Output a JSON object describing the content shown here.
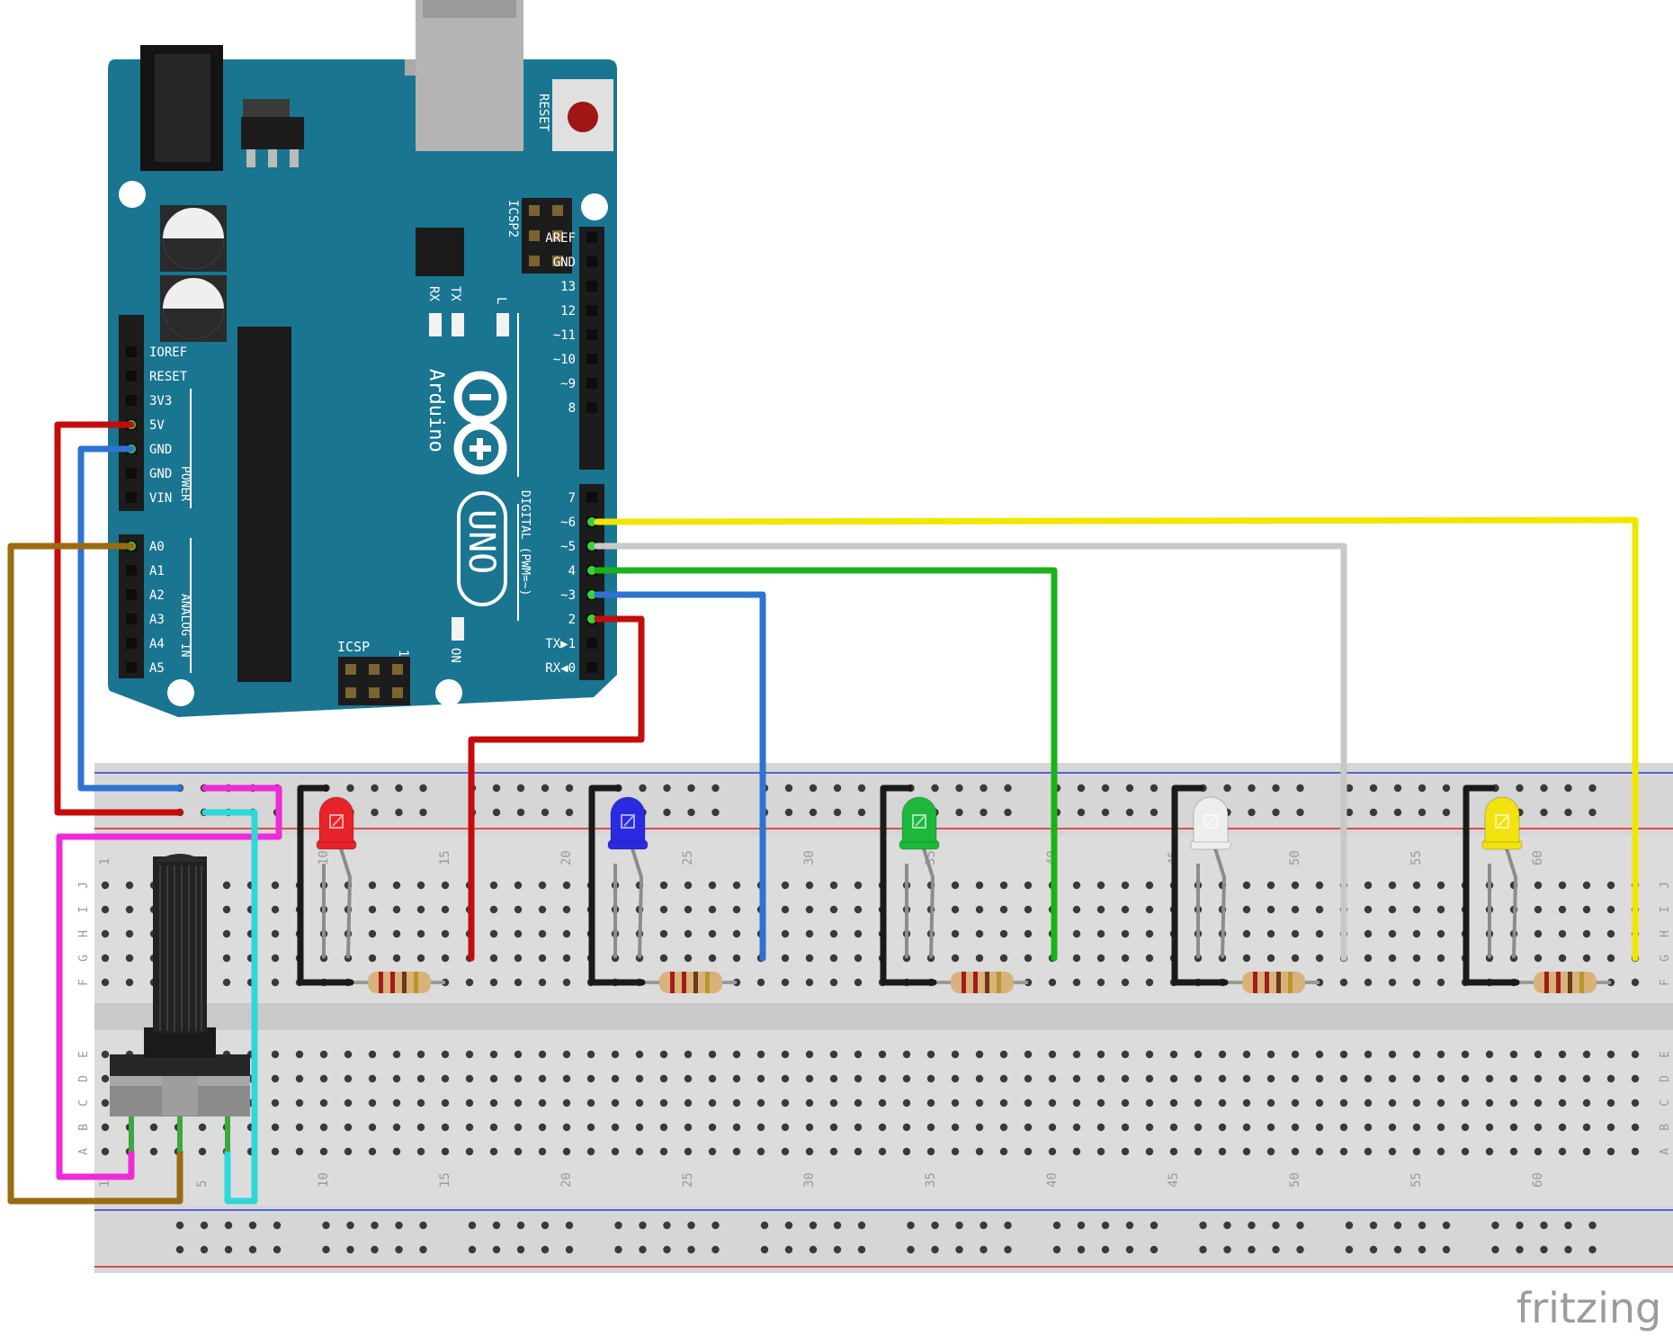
{
  "board": {
    "brand": "Arduino",
    "model": "UNO",
    "reset_label": "RESET",
    "icsp2_label": "ICSP2",
    "icsp_label": "ICSP",
    "icsp_pin1": "1",
    "rx_label": "RX",
    "tx_label": "TX",
    "l_label": "L",
    "on_label": "ON",
    "digital_label": "DIGITAL (PWM=~)",
    "power_label": "POWER",
    "analog_label": "ANALOG IN",
    "power_pins": [
      "IOREF",
      "RESET",
      "3V3",
      "5V",
      "GND",
      "GND",
      "VIN"
    ],
    "analog_pins": [
      "A0",
      "A1",
      "A2",
      "A3",
      "A4",
      "A5"
    ],
    "digital_top": [
      "AREF",
      "GND",
      "13",
      "12",
      "~11",
      "~10",
      "~9",
      "8"
    ],
    "digital_bottom": [
      "7",
      "~6",
      "~5",
      "4",
      "~3",
      "2",
      "TX▶1",
      "RX◀0"
    ]
  },
  "breadboard": {
    "column_numbers": [
      "1",
      "5",
      "10",
      "15",
      "20",
      "25",
      "30",
      "35",
      "40",
      "45",
      "50",
      "55",
      "60"
    ],
    "rows_top": [
      "J",
      "I",
      "H",
      "G",
      "F"
    ],
    "rows_bottom": [
      "E",
      "D",
      "C",
      "B",
      "A"
    ]
  },
  "leds": [
    {
      "name": "red",
      "color": "#e8232a"
    },
    {
      "name": "blue",
      "color": "#2a2ae0"
    },
    {
      "name": "green",
      "color": "#1db83b"
    },
    {
      "name": "white",
      "color": "#eeeeee"
    },
    {
      "name": "yellow",
      "color": "#f2e20f"
    }
  ],
  "wire_colors": {
    "red": "#c40c0c",
    "blue": "#2f73d1",
    "green": "#1ab21a",
    "white": "#c8c8c8",
    "yellow": "#f2e600",
    "black": "#1a1a1a",
    "magenta": "#ee2bd8",
    "cyan": "#2fd8d8",
    "brown": "#9a6b12"
  },
  "watermark": "fritzing"
}
